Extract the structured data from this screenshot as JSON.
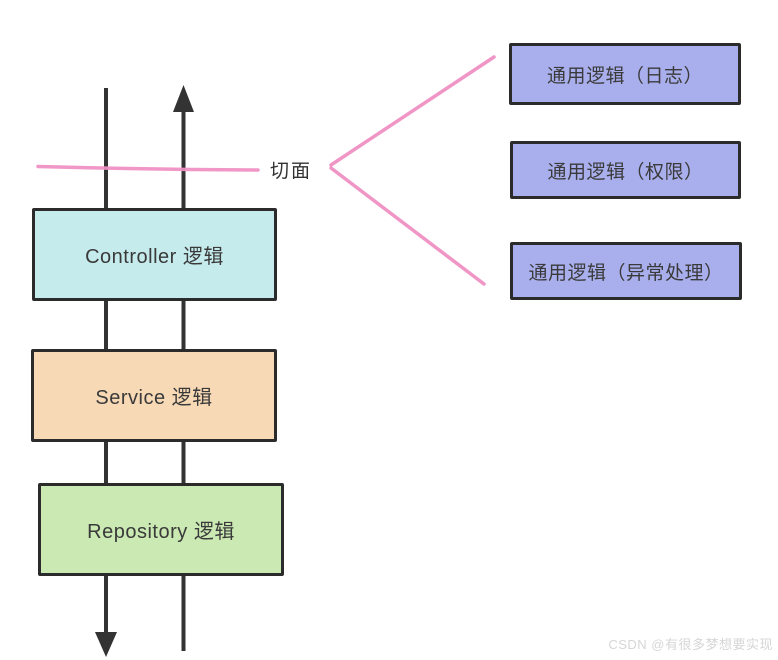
{
  "diagram": {
    "aspect_label": "切面",
    "layer_boxes": [
      {
        "id": "controller",
        "label": "Controller 逻辑",
        "fill": "#c6ebec"
      },
      {
        "id": "service",
        "label": "Service 逻辑",
        "fill": "#f7d9b5"
      },
      {
        "id": "repository",
        "label": "Repository 逻辑",
        "fill": "#cbe9b2"
      }
    ],
    "aspect_boxes": [
      {
        "id": "logging",
        "label": "通用逻辑（日志）",
        "fill": "#a9afec"
      },
      {
        "id": "permission",
        "label": "通用逻辑（权限）",
        "fill": "#a9afec"
      },
      {
        "id": "exception",
        "label": "通用逻辑（异常处理）",
        "fill": "#a9afec"
      }
    ],
    "colors": {
      "aspect_line": "#f091c4",
      "flow_line": "#333333",
      "box_border": "#2b2b2b",
      "text": "#3a3a3a",
      "watermark": "#d6d6d6"
    },
    "watermark": "CSDN @有很多梦想要实现"
  }
}
